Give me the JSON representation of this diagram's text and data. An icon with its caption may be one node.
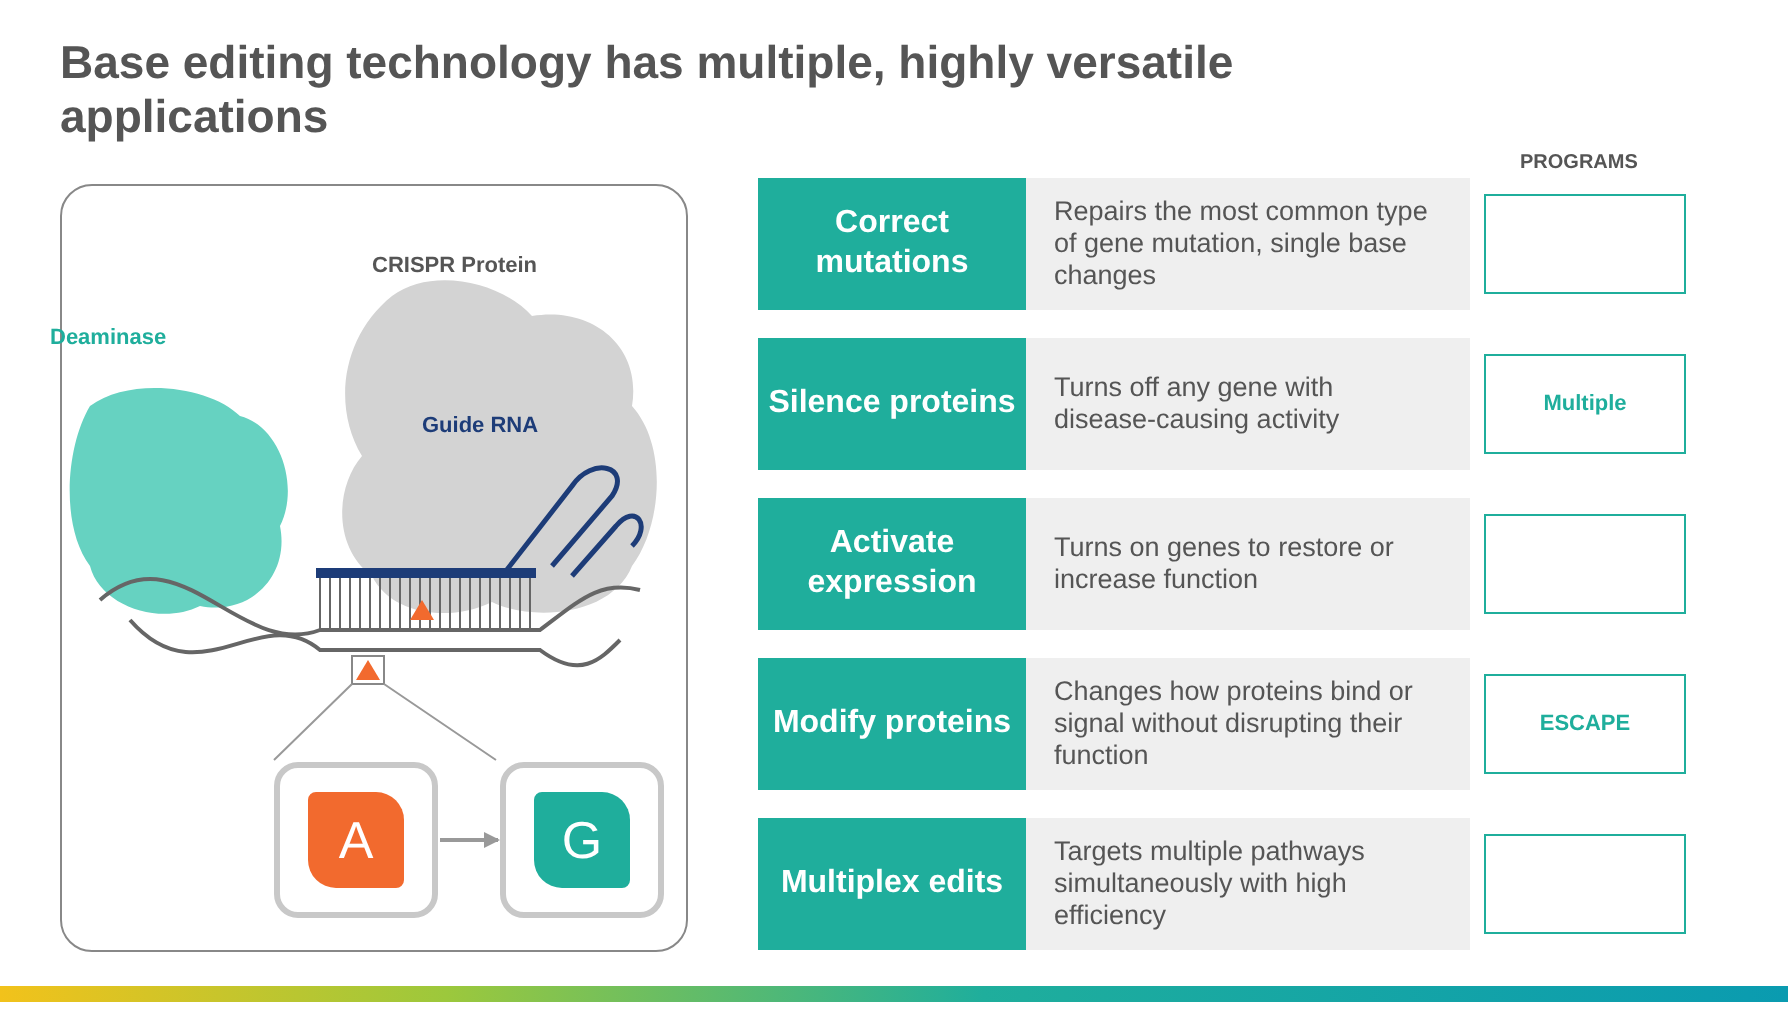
{
  "diagram": {
    "title": "Base editing technology has multiple, highly versatile applications",
    "nodes": [
      {
        "text": [],
        "shape": "box"
      },
      {
        "text": [
          "CRISPR Protein",
          "Guide RNA"
        ],
        "in": 0
      },
      {
        "text": [
          "Deaminase"
        ],
        "in": 0
      },
      {
        "text": [
          "A"
        ],
        "in": 0
      },
      {
        "text": [
          "G"
        ],
        "in": 0
      },
      {
        "text": [
          "Correct mutations"
        ]
      },
      {
        "text": [
          "Repairs the most common type of gene mutation, single base changes"
        ]
      },
      {
        "text": [],
        "shape": "box"
      },
      {
        "text": [
          "Silence proteins"
        ]
      },
      {
        "text": [
          "Turns off any gene with disease-causing activity"
        ]
      },
      {
        "text": [
          "Multiple"
        ]
      },
      {
        "text": [
          "Activate expression"
        ]
      },
      {
        "text": [
          "Turns on genes to restore or increase function"
        ]
      },
      {
        "text": [],
        "shape": "box"
      },
      {
        "text": [
          "Modify proteins"
        ]
      },
      {
        "text": [
          "Changes how proteins bind or signal without disrupting their function"
        ]
      },
      {
        "text": [
          "ESCAPE"
        ]
      },
      {
        "text": [
          "Multiplex edits"
        ]
      },
      {
        "text": [
          "Targets multiple pathways simultaneously with high efficiency"
        ]
      },
      {
        "text": [],
        "shape": "box"
      }
    ],
    "edges": [
      {
        "from": 3,
        "to": 4,
        "arrow": "to"
      }
    ],
    "labels": [
      "PROGRAMS"
    ]
  }
}
